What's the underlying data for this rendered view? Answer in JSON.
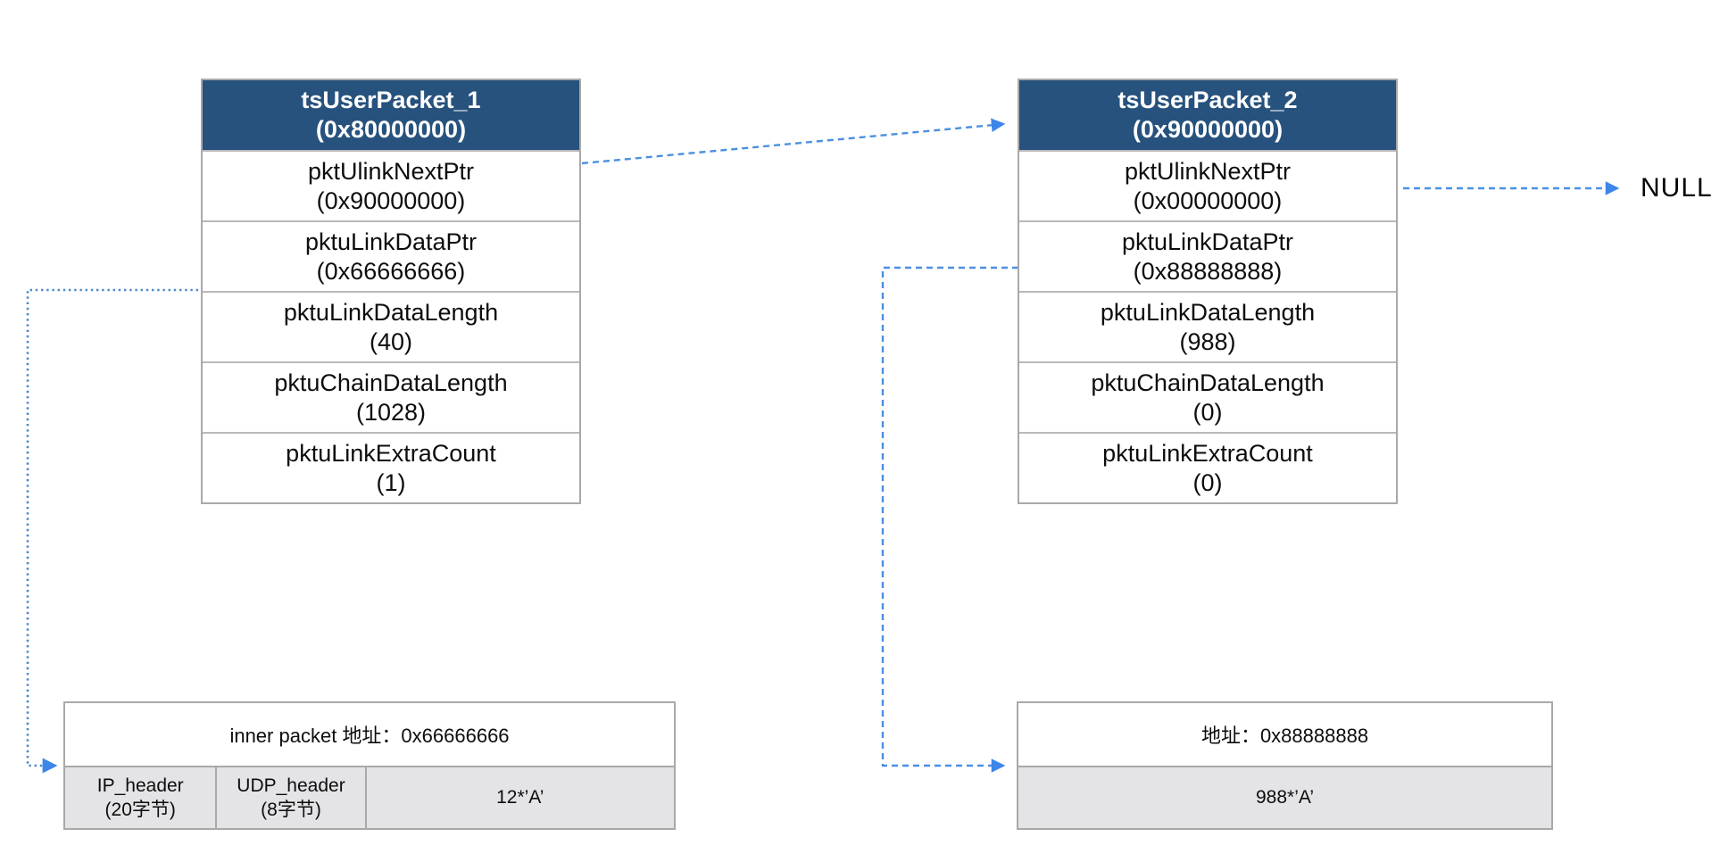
{
  "packet1": {
    "title": "tsUserPacket_1",
    "address": "(0x80000000)",
    "fields": [
      {
        "name": "pktUlinkNextPtr",
        "value": "(0x90000000)"
      },
      {
        "name": "pktuLinkDataPtr",
        "value": "(0x66666666)"
      },
      {
        "name": "pktuLinkDataLength",
        "value": "(40)"
      },
      {
        "name": "pktuChainDataLength",
        "value": "(1028)"
      },
      {
        "name": "pktuLinkExtraCount",
        "value": "(1)"
      }
    ]
  },
  "packet2": {
    "title": "tsUserPacket_2",
    "address": "(0x90000000)",
    "fields": [
      {
        "name": "pktUlinkNextPtr",
        "value": "(0x00000000)"
      },
      {
        "name": "pktuLinkDataPtr",
        "value": "(0x88888888)"
      },
      {
        "name": "pktuLinkDataLength",
        "value": "(988)"
      },
      {
        "name": "pktuChainDataLength",
        "value": "(0)"
      },
      {
        "name": "pktuLinkExtraCount",
        "value": "(0)"
      }
    ]
  },
  "buffer1": {
    "caption": "inner packet 地址：0x66666666",
    "cells": [
      {
        "line1": "IP_header",
        "line2": "(20字节)"
      },
      {
        "line1": "UDP_header",
        "line2": "(8字节)"
      },
      {
        "line1": "12*’A’",
        "line2": ""
      }
    ]
  },
  "buffer2": {
    "caption": "地址：0x88888888",
    "cells": [
      {
        "line1": "988*’A’",
        "line2": ""
      }
    ]
  },
  "null_label": "NULL",
  "colors": {
    "header_bg": "#27527d",
    "arrow_blue": "#4a90e2",
    "buffer_row_bg": "#e4e4e7",
    "border_gray": "#a9a9a9"
  }
}
